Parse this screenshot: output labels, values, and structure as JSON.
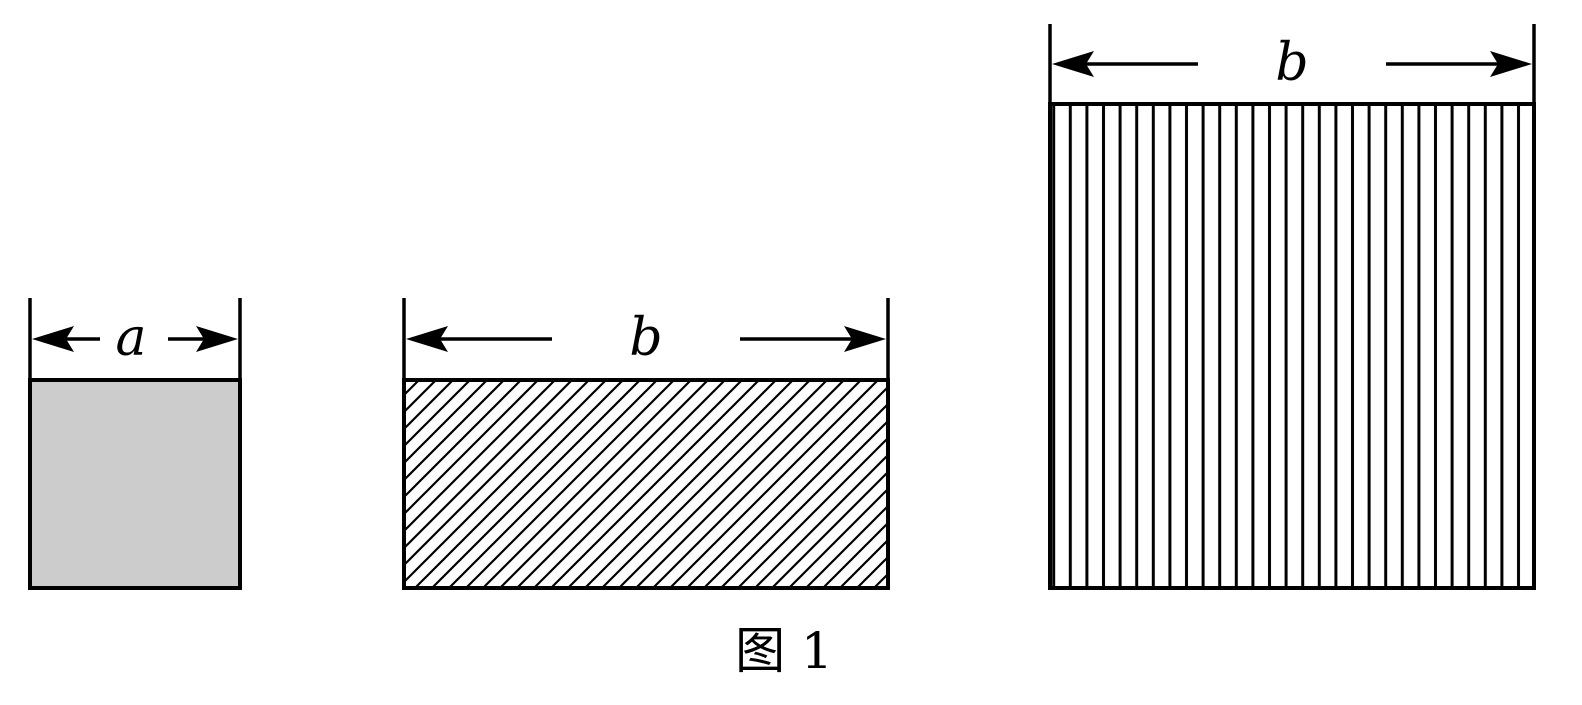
{
  "figure": {
    "caption": "图 1",
    "shapes": [
      {
        "id": "small-square",
        "dimension_label": "a",
        "fill": "solid",
        "fill_color": "#cccccc"
      },
      {
        "id": "rectangle",
        "dimension_label": "b",
        "fill": "diagonal-hatch"
      },
      {
        "id": "large-square",
        "dimension_label": "b",
        "fill": "vertical-lines"
      }
    ]
  }
}
